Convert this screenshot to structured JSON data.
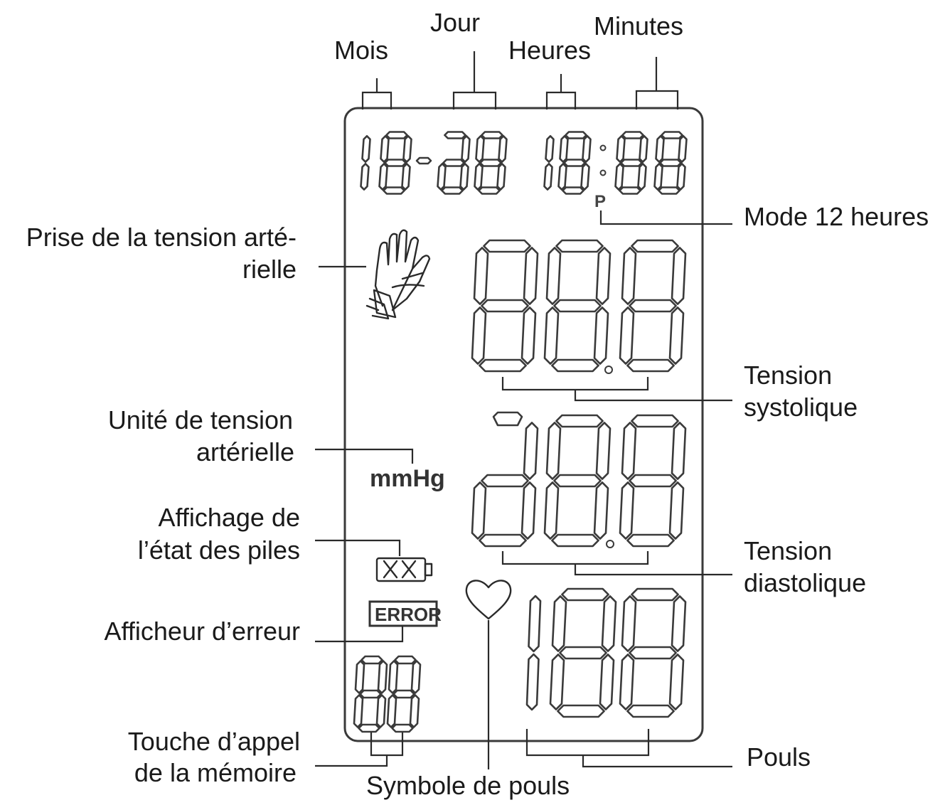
{
  "labels": {
    "mois": "Mois",
    "jour": "Jour",
    "heures": "Heures",
    "minutes": "Minutes",
    "mode12": "Mode 12 heures",
    "prise_l1": "Prise de la tension arté-",
    "prise_l2": "rielle",
    "systolique_l1": "Tension",
    "systolique_l2": "systolique",
    "unite_l1": "Unité de tension",
    "unite_l2": "artérielle",
    "piles_l1": "Affichage de",
    "piles_l2": "l’état des piles",
    "diastolique_l1": "Tension",
    "diastolique_l2": "diastolique",
    "erreur": "Afficheur d’erreur",
    "memoire_l1": "Touche d’appel",
    "memoire_l2": "de la mémoire",
    "pouls": "Pouls",
    "symbole_pouls": "Symbole de pouls"
  },
  "display": {
    "unit": "mmHg",
    "error": "ERROR",
    "pm_indicator": "P"
  },
  "icons": {
    "cuff": "hand-cuff-icon",
    "battery": "battery-status-icon",
    "heart": "heart-icon"
  }
}
